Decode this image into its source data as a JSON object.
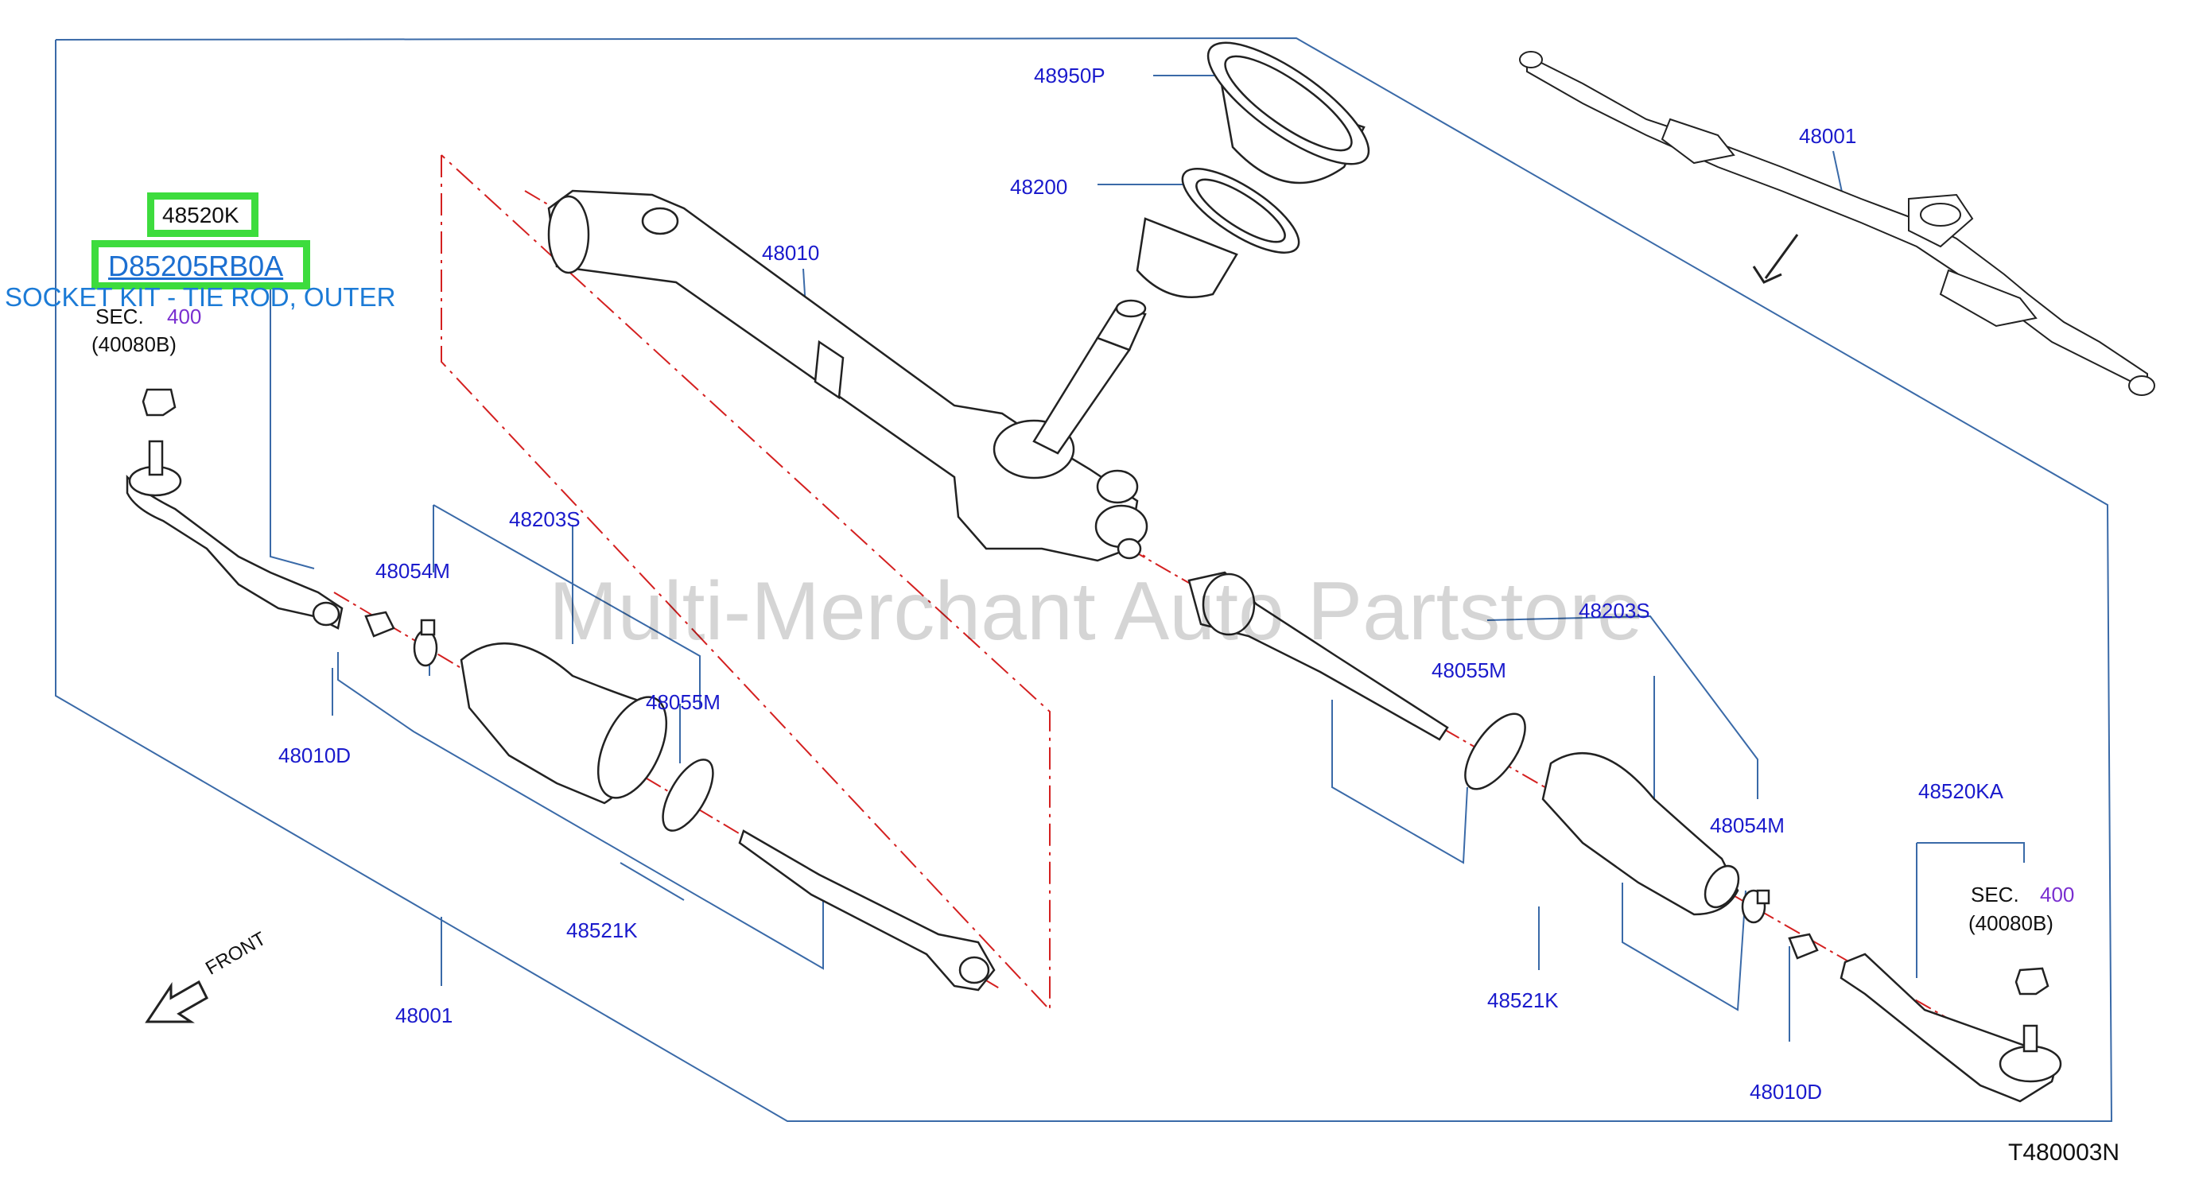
{
  "watermark": "Multi-Merchant Auto Partstore",
  "diagram_code": "T480003N",
  "front": "FRONT",
  "highlight": {
    "part_number": "48520K",
    "link_code": "D85205RB0A",
    "description": "SOCKET KIT - TIE ROD, OUTER"
  },
  "labels": {
    "p48950P": "48950P",
    "p48200": "48200",
    "p48010": "48010",
    "p48001_top": "48001",
    "p48203S_left": "48203S",
    "p48054M_left": "48054M",
    "p48055M_left": "48055M",
    "p48010D_left": "48010D",
    "p48521K_left": "48521K",
    "p48001_bottom": "48001",
    "p48203S_right": "48203S",
    "p48055M_right": "48055M",
    "p48054M_right": "48054M",
    "p48520KA": "48520KA",
    "p48521K_right": "48521K",
    "p48010D_right": "48010D"
  },
  "sec_left": {
    "sec": "SEC.",
    "num": "400",
    "ref": "(40080B)"
  },
  "sec_right": {
    "sec": "SEC.",
    "num": "400",
    "ref": "(40080B)"
  },
  "colors": {
    "label_blue": "#1a1acc",
    "frame_blue": "#3a6aa8",
    "axis_red": "#d42020",
    "highlight_green": "#3ddc3d",
    "section_violet": "#7a2fd0"
  }
}
